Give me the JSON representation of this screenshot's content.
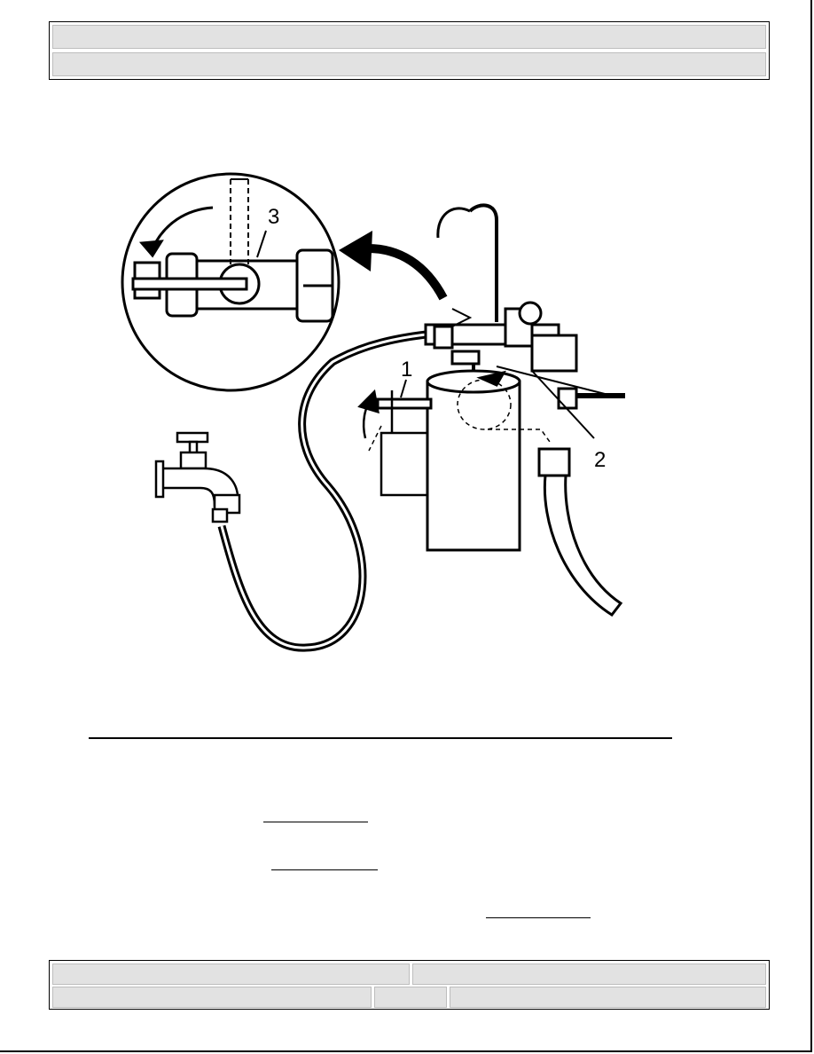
{
  "header": {
    "row1": "",
    "row2": ""
  },
  "figure": {
    "callouts": [
      "1",
      "2",
      "3"
    ]
  },
  "footer": {
    "cell_a": "",
    "cell_b": "",
    "cell_c": "",
    "cell_d": "",
    "cell_e": ""
  }
}
